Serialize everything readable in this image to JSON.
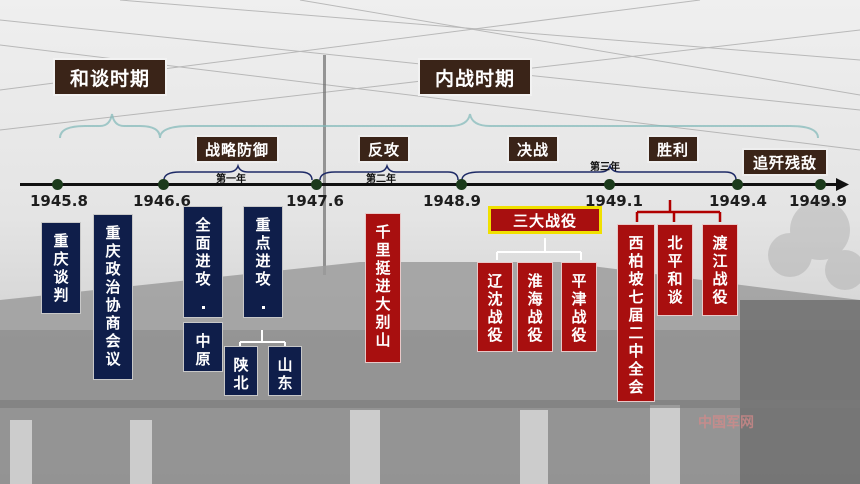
{
  "periods": {
    "peace": "和谈时期",
    "civil_war": "内战时期"
  },
  "phases": {
    "strategic_defense": "战略防御",
    "counter_attack": "反攻",
    "decisive": "决战",
    "victory": "胜利",
    "pursuit": "追歼残敌"
  },
  "years": {
    "first": "第一年",
    "second": "第二年",
    "third": "第三年"
  },
  "dates": [
    "1945.8",
    "1946.6",
    "1947.6",
    "1948.9",
    "1949.1",
    "1949.4",
    "1949.9"
  ],
  "events": {
    "chongqing_talks": "重庆谈判",
    "pcc": "重庆政治协商会议",
    "full_attack": "全面进攻",
    "central_plains": "中原",
    "key_attack": "重点进攻",
    "shaanbei": "陕北",
    "shandong": "山东",
    "dabie": "千里挺进大别山",
    "three_campaigns": "三大战役",
    "liaoshen": "辽沈战役",
    "huaihai": "淮海战役",
    "pingjin": "平津战役",
    "xibaipo": "西柏坡七届二中全会",
    "peiping_talks": "北平和谈",
    "crossing_river": "渡江战役"
  },
  "watermark": "中国军网"
}
